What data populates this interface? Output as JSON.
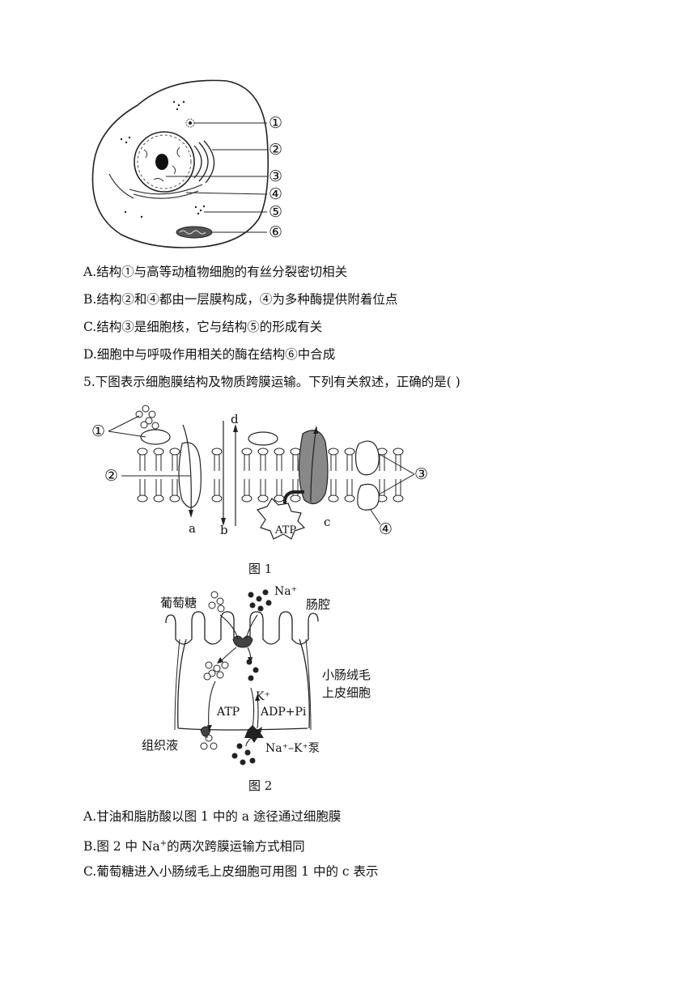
{
  "cell_figure": {
    "markers": [
      "①",
      "②",
      "③",
      "④",
      "⑤",
      "⑥"
    ]
  },
  "q4_options": {
    "A": "A.结构①与高等动植物细胞的有丝分裂密切相关",
    "B": "B.结构②和④都由一层膜构成，④为多种酶提供附着位点",
    "C": "C.结构③是细胞核，它与结构⑤的形成有关",
    "D": "D.细胞中与呼吸作用相关的酶在结构⑥中合成"
  },
  "q5": {
    "stem": "5.下图表示细胞膜结构及物质跨膜运输。下列有关叙述，正确的是(    )",
    "figure1": {
      "caption": "图 1",
      "markers": [
        "①",
        "②",
        "③",
        "④"
      ],
      "letters": [
        "a",
        "b",
        "c",
        "d"
      ],
      "atp": "ATP"
    },
    "figure2": {
      "caption": "图 2",
      "glucose": "葡萄糖",
      "na": "Na⁺",
      "lumen": "肠腔",
      "cell_line1": "小肠绒毛",
      "cell_line2": "上皮细胞",
      "k": "K⁺",
      "atp": "ATP",
      "adp": "ADP+Pi",
      "tissue_fluid": "组织液",
      "pump": "Na⁺–K⁺泵"
    },
    "options": {
      "A": "A.甘油和脂肪酸以图 1 中的 a 途径通过细胞膜",
      "B_pre": "B.图 2 中 Na",
      "B_sup": "+",
      "B_post": "的两次跨膜运输方式相同",
      "C": "C.葡萄糖进入小肠绒毛上皮细胞可用图 1 中的 c 表示"
    }
  }
}
